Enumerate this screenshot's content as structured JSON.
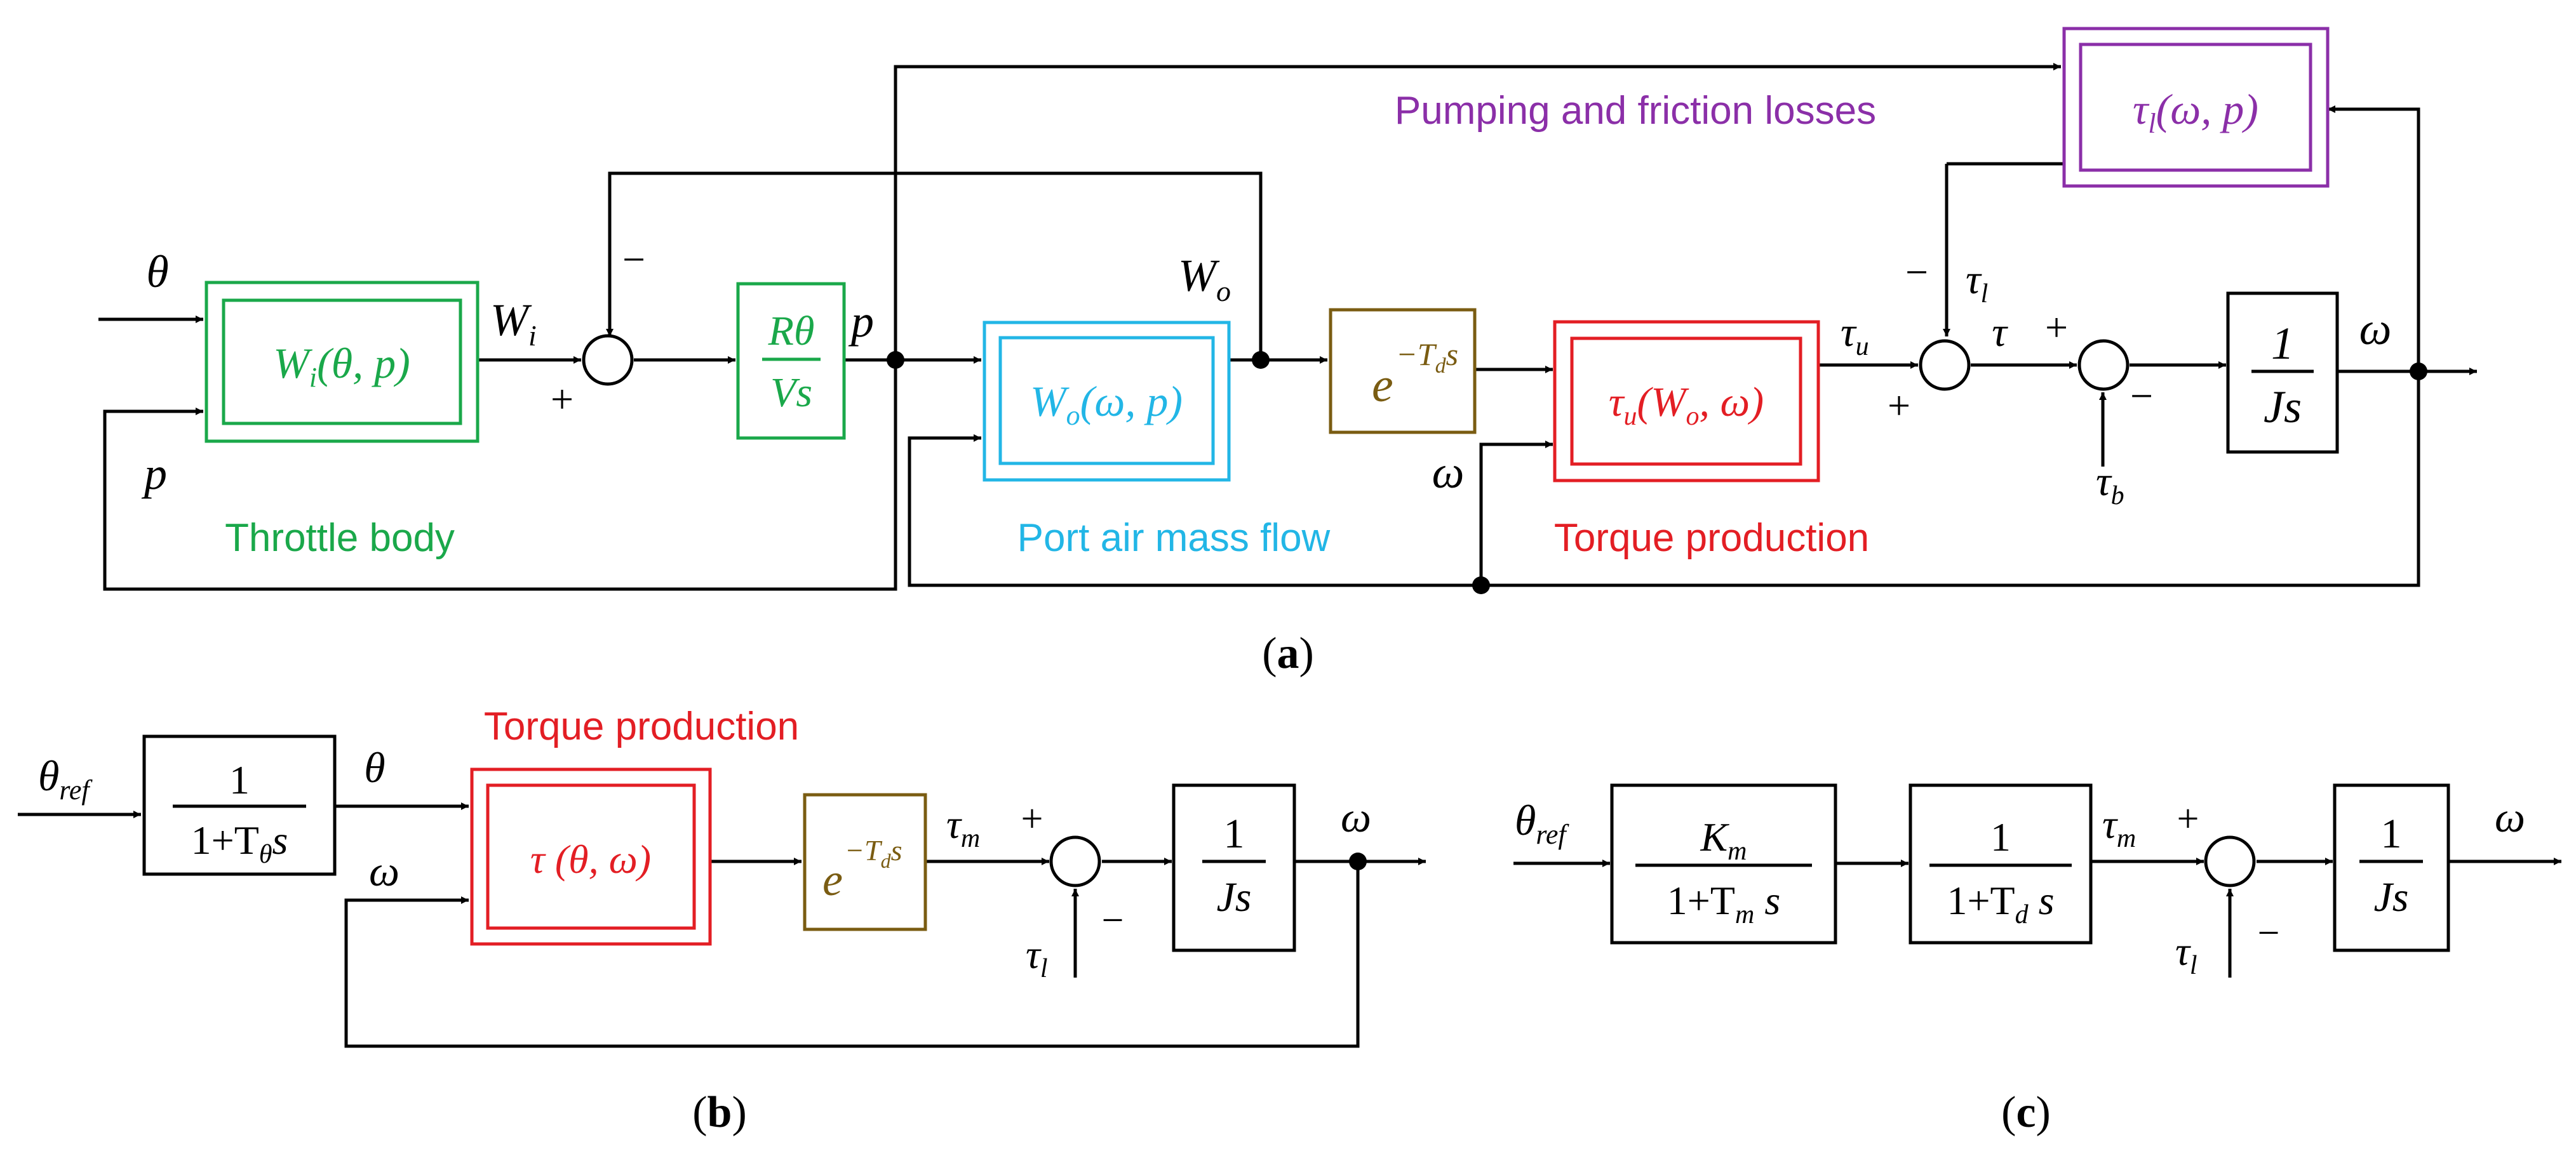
{
  "colors": {
    "throttle": "#1aa84a",
    "port": "#22b6e6",
    "torque": "#e31e24",
    "losses": "#8b2fa8",
    "delay": "#7a5c12",
    "ink": "#000000"
  },
  "panel_a": {
    "caption_open": "(",
    "caption_letter": "a",
    "caption_close": ")",
    "section_throttle": "Throttle body",
    "section_port": "Port air mass flow",
    "section_torque": "Torque production",
    "section_losses": "Pumping and friction losses",
    "in_theta": "θ",
    "in_p": "p",
    "wi_label": "W",
    "wi_sub": "i",
    "plus": "+",
    "minus": "−",
    "p_label": "p",
    "wo_label": "W",
    "wo_sub": "o",
    "omega_label": "ω",
    "tau_u": "τ",
    "tau_u_sub": "u",
    "tau": "τ",
    "tau_l": "τ",
    "tau_l_sub": "l",
    "tau_b": "τ",
    "tau_b_sub": "b",
    "omega_out": "ω",
    "block_throttle": {
      "main": "W",
      "sub": "i",
      "args": "(θ, p)"
    },
    "block_gain": {
      "num": "Rθ",
      "den": "Vs"
    },
    "block_port": {
      "main": "W",
      "sub": "o",
      "args": "(ω, p)"
    },
    "block_delay": {
      "base": "e",
      "exp_minus": "−T",
      "exp_sub": "d",
      "exp_s": "s"
    },
    "block_torque": {
      "main": "τ",
      "sub": "u",
      "open": "(W",
      "inner_sub": "o",
      "rest": ", ω)"
    },
    "block_losses": {
      "main": "τ",
      "sub": "l",
      "args": "(ω, p)"
    },
    "block_integrator": {
      "num": "1",
      "den": "Js"
    }
  },
  "panel_b": {
    "caption_open": "(",
    "caption_letter": "b",
    "caption_close": ")",
    "section_torque": "Torque production",
    "theta_ref": "θ",
    "theta_ref_sub": "ref",
    "block_lag": {
      "num": "1",
      "den_pre": "1+T",
      "den_sub": "θ",
      "den_post": "s"
    },
    "theta": "θ",
    "omega_fb": "ω",
    "block_torque": {
      "text": "τ (θ, ω)"
    },
    "block_delay": {
      "base": "e",
      "exp_minus": "−T",
      "exp_sub": "d",
      "exp_s": "s"
    },
    "tau_m": "τ",
    "tau_m_sub": "m",
    "plus": "+",
    "minus": "−",
    "tau_l": "τ",
    "tau_l_sub": "l",
    "block_integrator": {
      "num": "1",
      "den": "Js"
    },
    "omega_out": "ω"
  },
  "panel_c": {
    "caption_open": "(",
    "caption_letter": "c",
    "caption_close": ")",
    "theta_ref": "θ",
    "theta_ref_sub": "ref",
    "block_gain": {
      "num_pre": "K",
      "num_sub": "m",
      "den_pre": "1+T",
      "den_sub": "m",
      "den_post": " s"
    },
    "block_lag": {
      "num": "1",
      "den_pre": "1+T",
      "den_sub": "d",
      "den_post": " s"
    },
    "tau_m": "τ",
    "tau_m_sub": "m",
    "plus": "+",
    "minus": "−",
    "tau_l": "τ",
    "tau_l_sub": "l",
    "block_integrator": {
      "num": "1",
      "den": "Js"
    },
    "omega_out": "ω"
  }
}
